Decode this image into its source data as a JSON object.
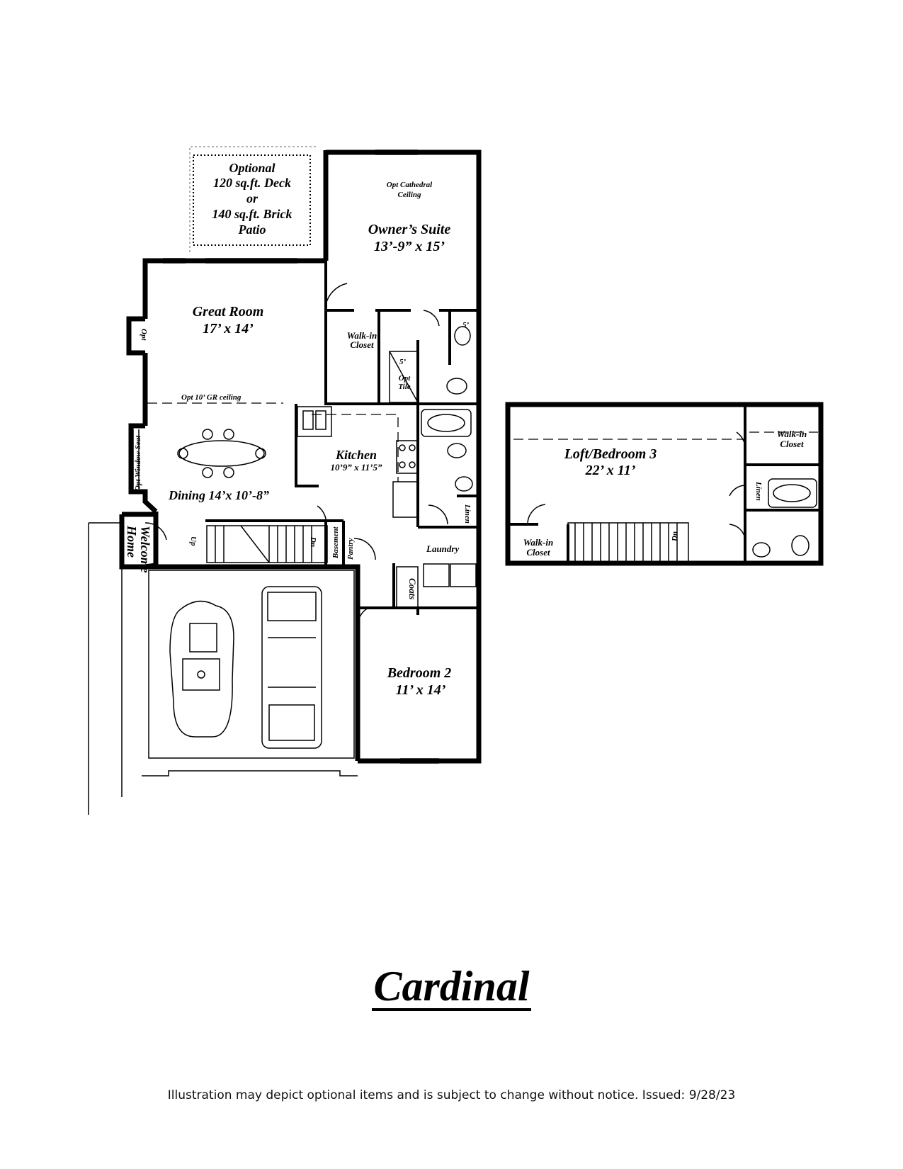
{
  "title": "Cardinal",
  "footer": "Illustration may depict optional items and is subject to change without notice.   Issued:  9/28/23",
  "rooms": {
    "deck": [
      "Optional",
      "120 sq.ft. Deck",
      "or",
      "140 sq.ft. Brick",
      "Patio"
    ],
    "owners_suite_note": [
      "Opt Cathedral",
      "Ceiling"
    ],
    "owners_suite": [
      "Owner’s Suite",
      "13’-9” x 15’"
    ],
    "great_room": [
      "Great Room",
      "17’ x 14’"
    ],
    "gr_ceiling": "Opt 10’ GR ceiling",
    "fireplace": "Opt",
    "walk_in_closet": [
      "Walk-in",
      "Closet"
    ],
    "shower": "5’",
    "opt_tile": [
      "Opt",
      "Tile"
    ],
    "tub": "5’",
    "kitchen": [
      "Kitchen",
      "10’9” x 11’5”"
    ],
    "window_seat": "Opt Window Seat",
    "dining": "Dining  14’x 10’-8”",
    "linen": "Linen",
    "welcome_home": [
      "Welcome",
      "Home"
    ],
    "stair_up": "Up",
    "stair_dn": "Dn",
    "basement": "Basement",
    "pantry": "Pantry",
    "laundry": "Laundry",
    "coats": "Coats",
    "bedroom2": [
      "Bedroom 2",
      "11’ x 14’"
    ],
    "loft": [
      "Loft/Bedroom 3",
      "22’ x 11’"
    ],
    "loft_closet": [
      "Walk-in",
      "Closet"
    ],
    "loft_linen": "Linen",
    "upper_closet": [
      "Walk-in",
      "Closet"
    ],
    "upper_dn": "Dn"
  }
}
